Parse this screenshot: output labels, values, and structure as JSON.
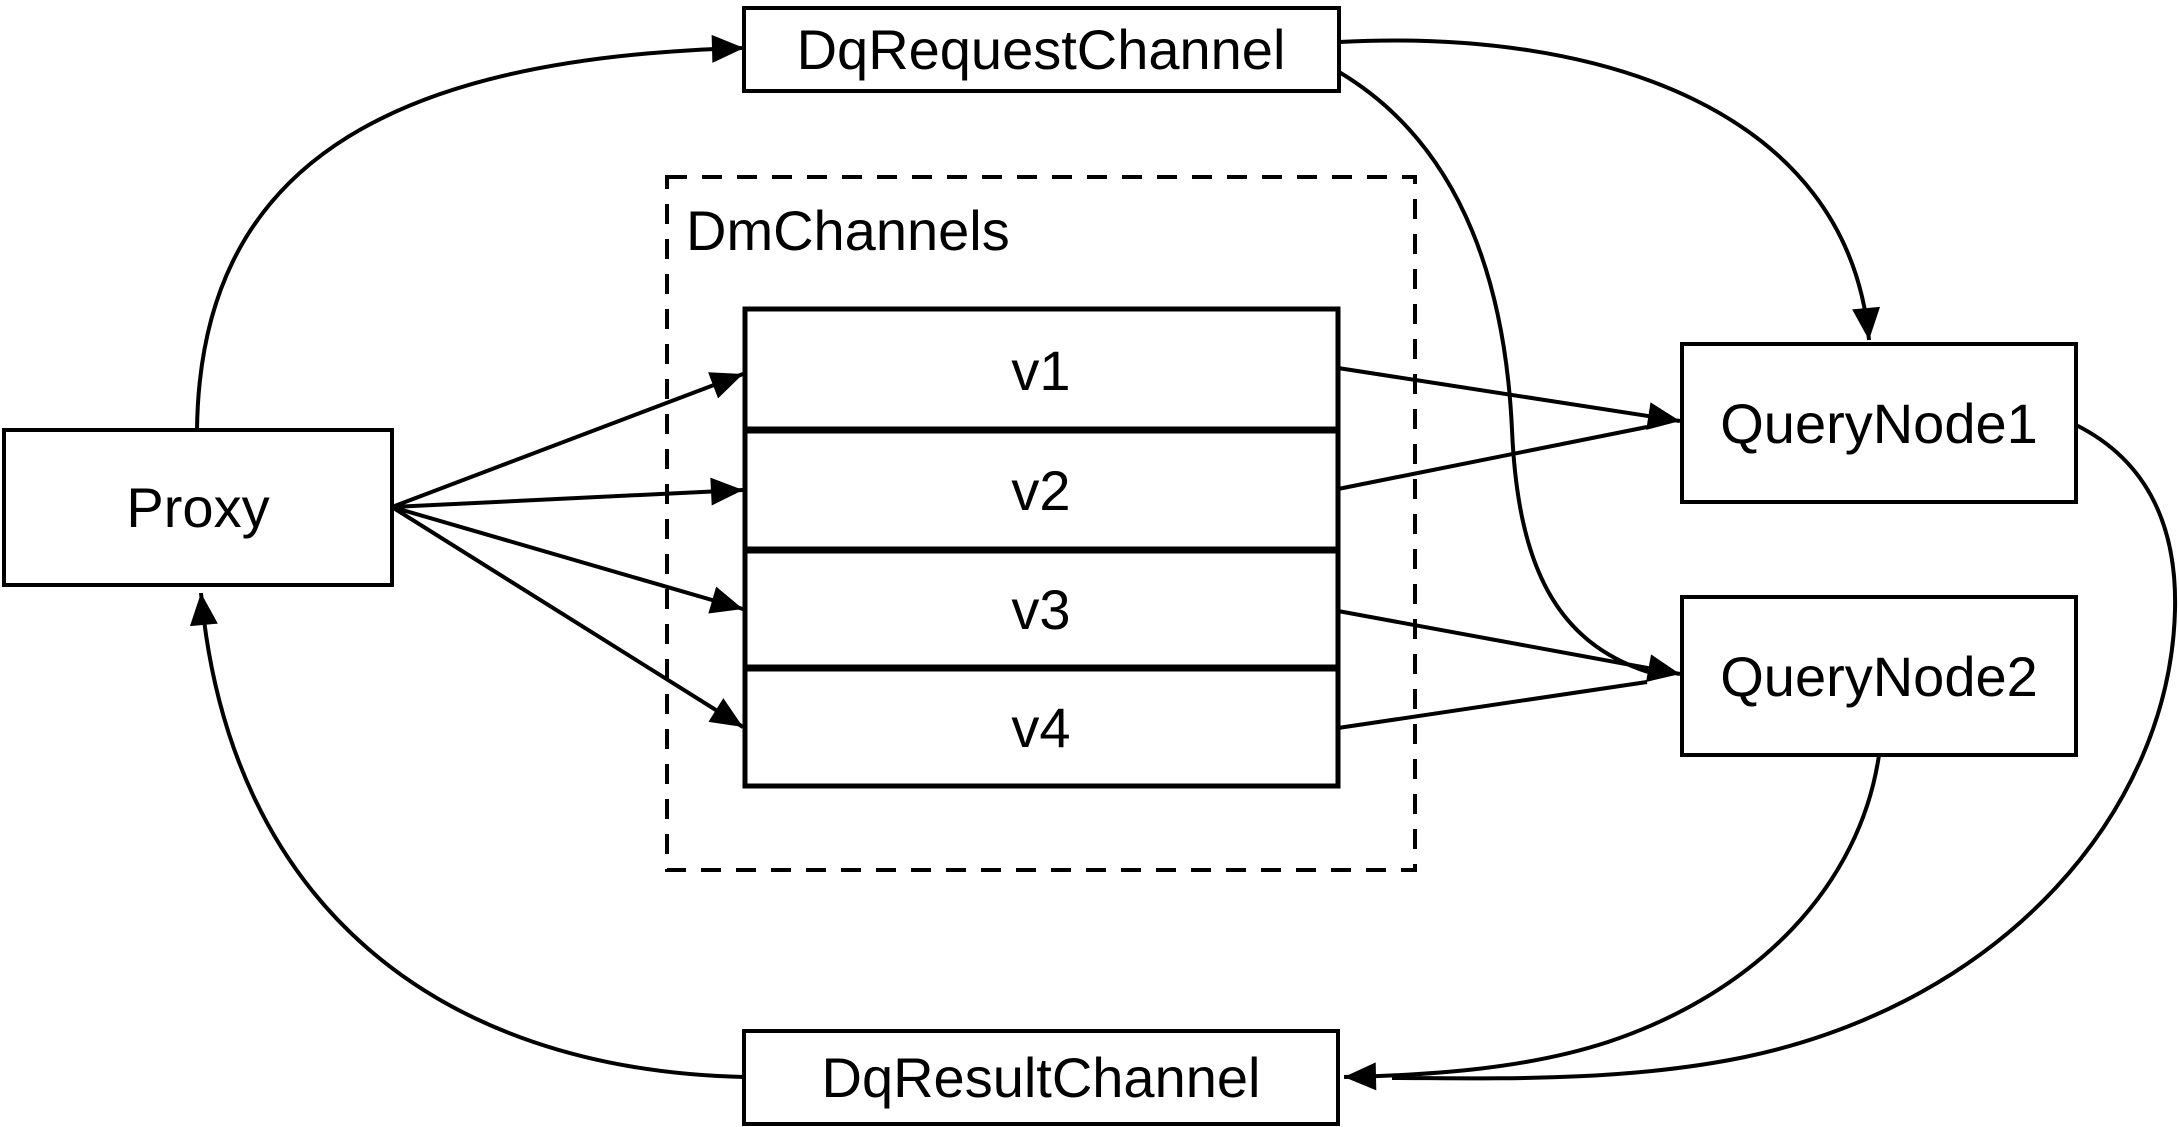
{
  "diagram": {
    "colors": {
      "stroke": "#000000",
      "background": "#ffffff"
    },
    "nodes": {
      "proxy": {
        "label": "Proxy"
      },
      "dq_request_channel": {
        "label": "DqRequestChannel"
      },
      "dm_channels": {
        "label": "DmChannels",
        "rows": [
          {
            "label": "v1"
          },
          {
            "label": "v2"
          },
          {
            "label": "v3"
          },
          {
            "label": "v4"
          }
        ]
      },
      "query_node_1": {
        "label": "QueryNode1"
      },
      "query_node_2": {
        "label": "QueryNode2"
      },
      "dq_result_channel": {
        "label": "DqResultChannel"
      }
    },
    "edges": [
      {
        "from": "Proxy",
        "to": "DqRequestChannel"
      },
      {
        "from": "Proxy",
        "to": "v1"
      },
      {
        "from": "Proxy",
        "to": "v2"
      },
      {
        "from": "Proxy",
        "to": "v3"
      },
      {
        "from": "Proxy",
        "to": "v4"
      },
      {
        "from": "DqRequestChannel",
        "to": "QueryNode1"
      },
      {
        "from": "DqRequestChannel",
        "to": "QueryNode2"
      },
      {
        "from": "v1",
        "to": "QueryNode1"
      },
      {
        "from": "v2",
        "to": "QueryNode1"
      },
      {
        "from": "v3",
        "to": "QueryNode2"
      },
      {
        "from": "v4",
        "to": "QueryNode2"
      },
      {
        "from": "QueryNode1",
        "to": "DqResultChannel"
      },
      {
        "from": "QueryNode2",
        "to": "DqResultChannel"
      },
      {
        "from": "DqResultChannel",
        "to": "Proxy"
      }
    ]
  }
}
